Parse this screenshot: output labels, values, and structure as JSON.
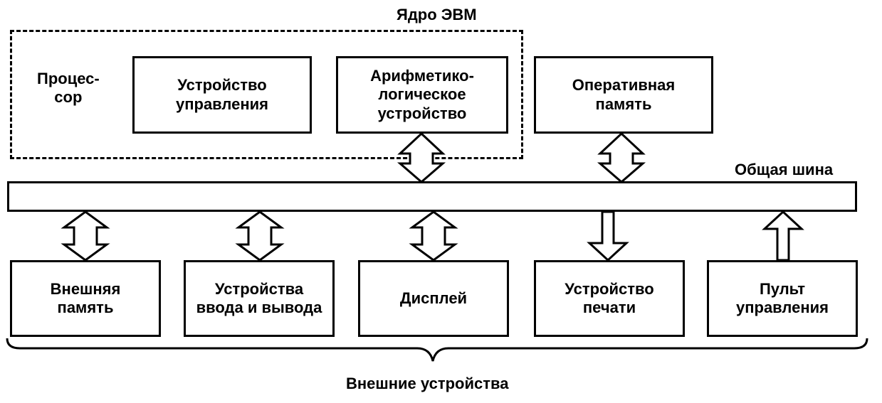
{
  "core": {
    "title": "Ядро ЭВМ",
    "processor_label": "Процес-\nсор",
    "control_unit": "Устройство\nуправления",
    "alu": "Арифметико-\nлогическое\nустройство"
  },
  "memory": "Оперативная\nпамять",
  "bus_label": "Общая шина",
  "devices": [
    "Внешняя\nпамять",
    "Устройства\nввода и вывода",
    "Дисплей",
    "Устройство\nпечати",
    "Пульт\nуправления"
  ],
  "external_label": "Внешние устройства",
  "arrows": [
    {
      "target": "alu",
      "direction": "both"
    },
    {
      "target": "memory",
      "direction": "both"
    },
    {
      "target": "external-memory",
      "direction": "both"
    },
    {
      "target": "io-devices",
      "direction": "both"
    },
    {
      "target": "display",
      "direction": "both"
    },
    {
      "target": "printer",
      "direction": "down"
    },
    {
      "target": "control-panel",
      "direction": "up"
    }
  ]
}
